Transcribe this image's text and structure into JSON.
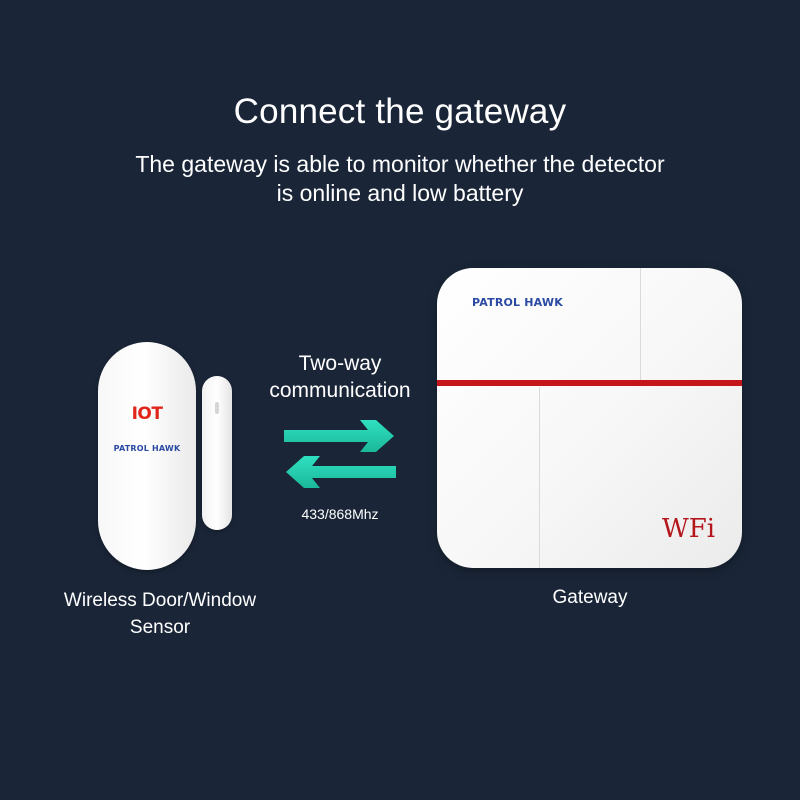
{
  "heading": {
    "title": "Connect the gateway",
    "subtitle_line1": "The gateway is able to monitor whether the detector",
    "subtitle_line2": "is online and low battery"
  },
  "communication": {
    "label_line1": "Two-way",
    "label_line2": "communication",
    "frequency": "433/868Mhz",
    "arrow_color": "#2fe0c0",
    "arrow_color_dark": "#1bb89a"
  },
  "sensor": {
    "caption_line1": "Wireless Door/Window",
    "caption_line2": "Sensor",
    "logo_text": "IOT",
    "brand": "PATROL HAWK"
  },
  "gateway": {
    "caption": "Gateway",
    "brand": "PATROL HAWK",
    "wifi_logo": "WFi",
    "accent_color": "#c5161b"
  },
  "colors": {
    "background": "#1a2638",
    "brand_blue": "#2a4aa4"
  }
}
